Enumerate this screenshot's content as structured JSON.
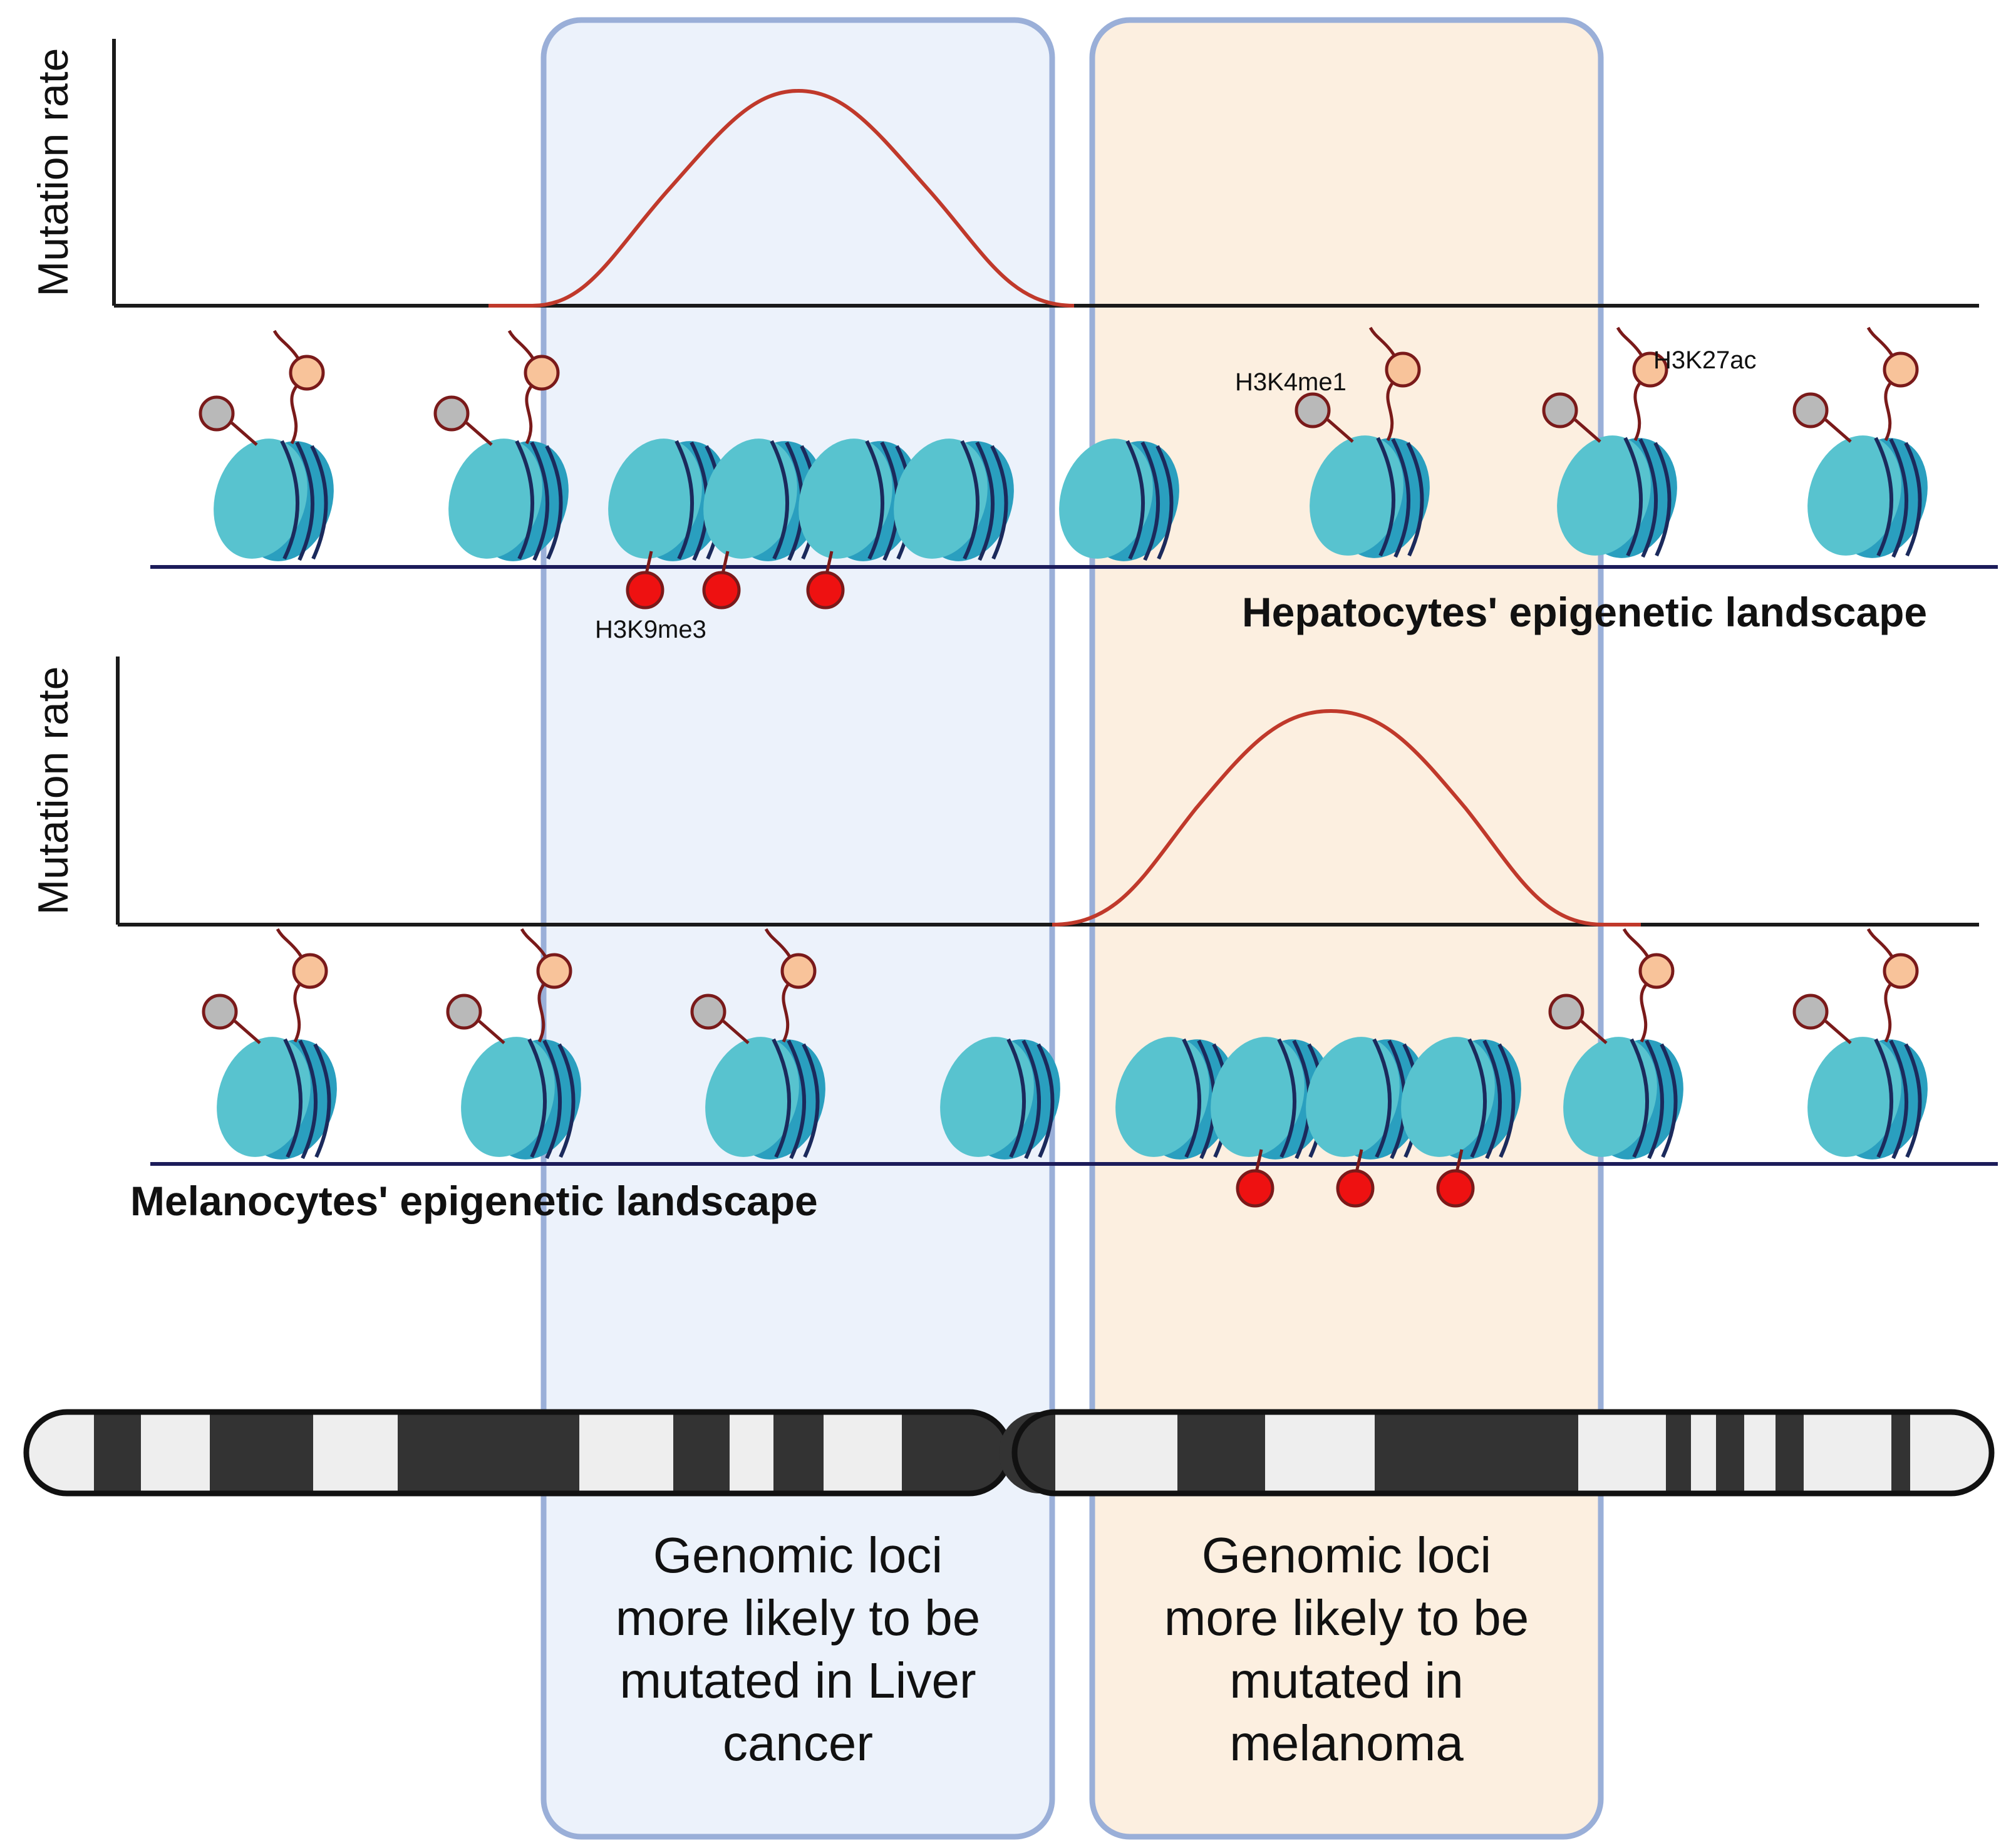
{
  "colors": {
    "liver_band_fill": "#ecf2fb",
    "melanoma_band_fill": "#fcefe0",
    "band_border": "#9aafd8",
    "mutation_curve": "#c0392b",
    "axis": "#1a1a1a",
    "dna_strand": "#1c1c5a",
    "nucleosome_fill": "#58c3cf",
    "nucleosome_dark": "#2a9fbf",
    "nucleosome_coil": "#1b2a5c",
    "h3k9me3_mark": "#ee1111",
    "h3k4me1_mark": "#b9b9b9",
    "h3k27ac_mark": "#f8c39a",
    "tail_color": "#7a1a1a",
    "chromosome_dark": "#333333",
    "chromosome_light": "#eeeeee"
  },
  "top_panel": {
    "ylabel": "Mutation rate",
    "panel_label": "Hepatocytes' epigenetic landscape",
    "marks": {
      "h3k4me1": "H3K4me1",
      "h3k27ac": "H3K27ac",
      "h3k9me3": "H3K9me3"
    }
  },
  "bottom_panel": {
    "ylabel": "Mutation rate",
    "panel_label": "Melanocytes' epigenetic landscape"
  },
  "regions": {
    "liver": {
      "line1": "Genomic loci",
      "line2": "more likely to be",
      "line3": "mutated in Liver",
      "line4": "cancer"
    },
    "melanoma": {
      "line1": "Genomic loci",
      "line2": "more likely to be",
      "line3": "mutated in",
      "line4": "melanoma"
    }
  }
}
